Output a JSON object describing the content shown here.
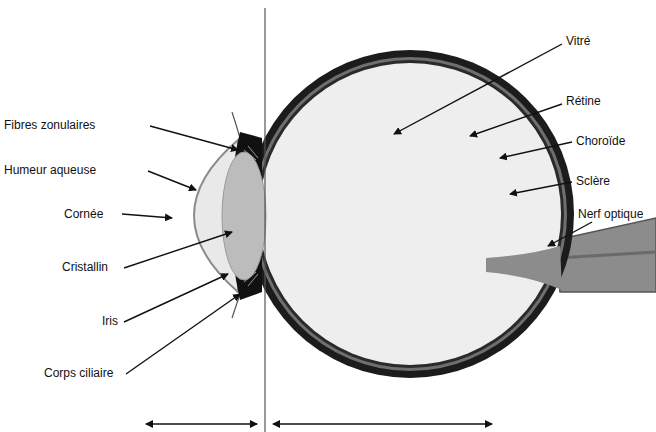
{
  "diagram": {
    "labels": [
      "Fibres zonulaires",
      "Humeur aqueuse",
      "Cornée",
      "Cristallin",
      "Iris",
      "Corps ciliaire",
      "Vitré",
      "Rétine",
      "Choroïde",
      "Sclère",
      "Nerf optique"
    ]
  }
}
